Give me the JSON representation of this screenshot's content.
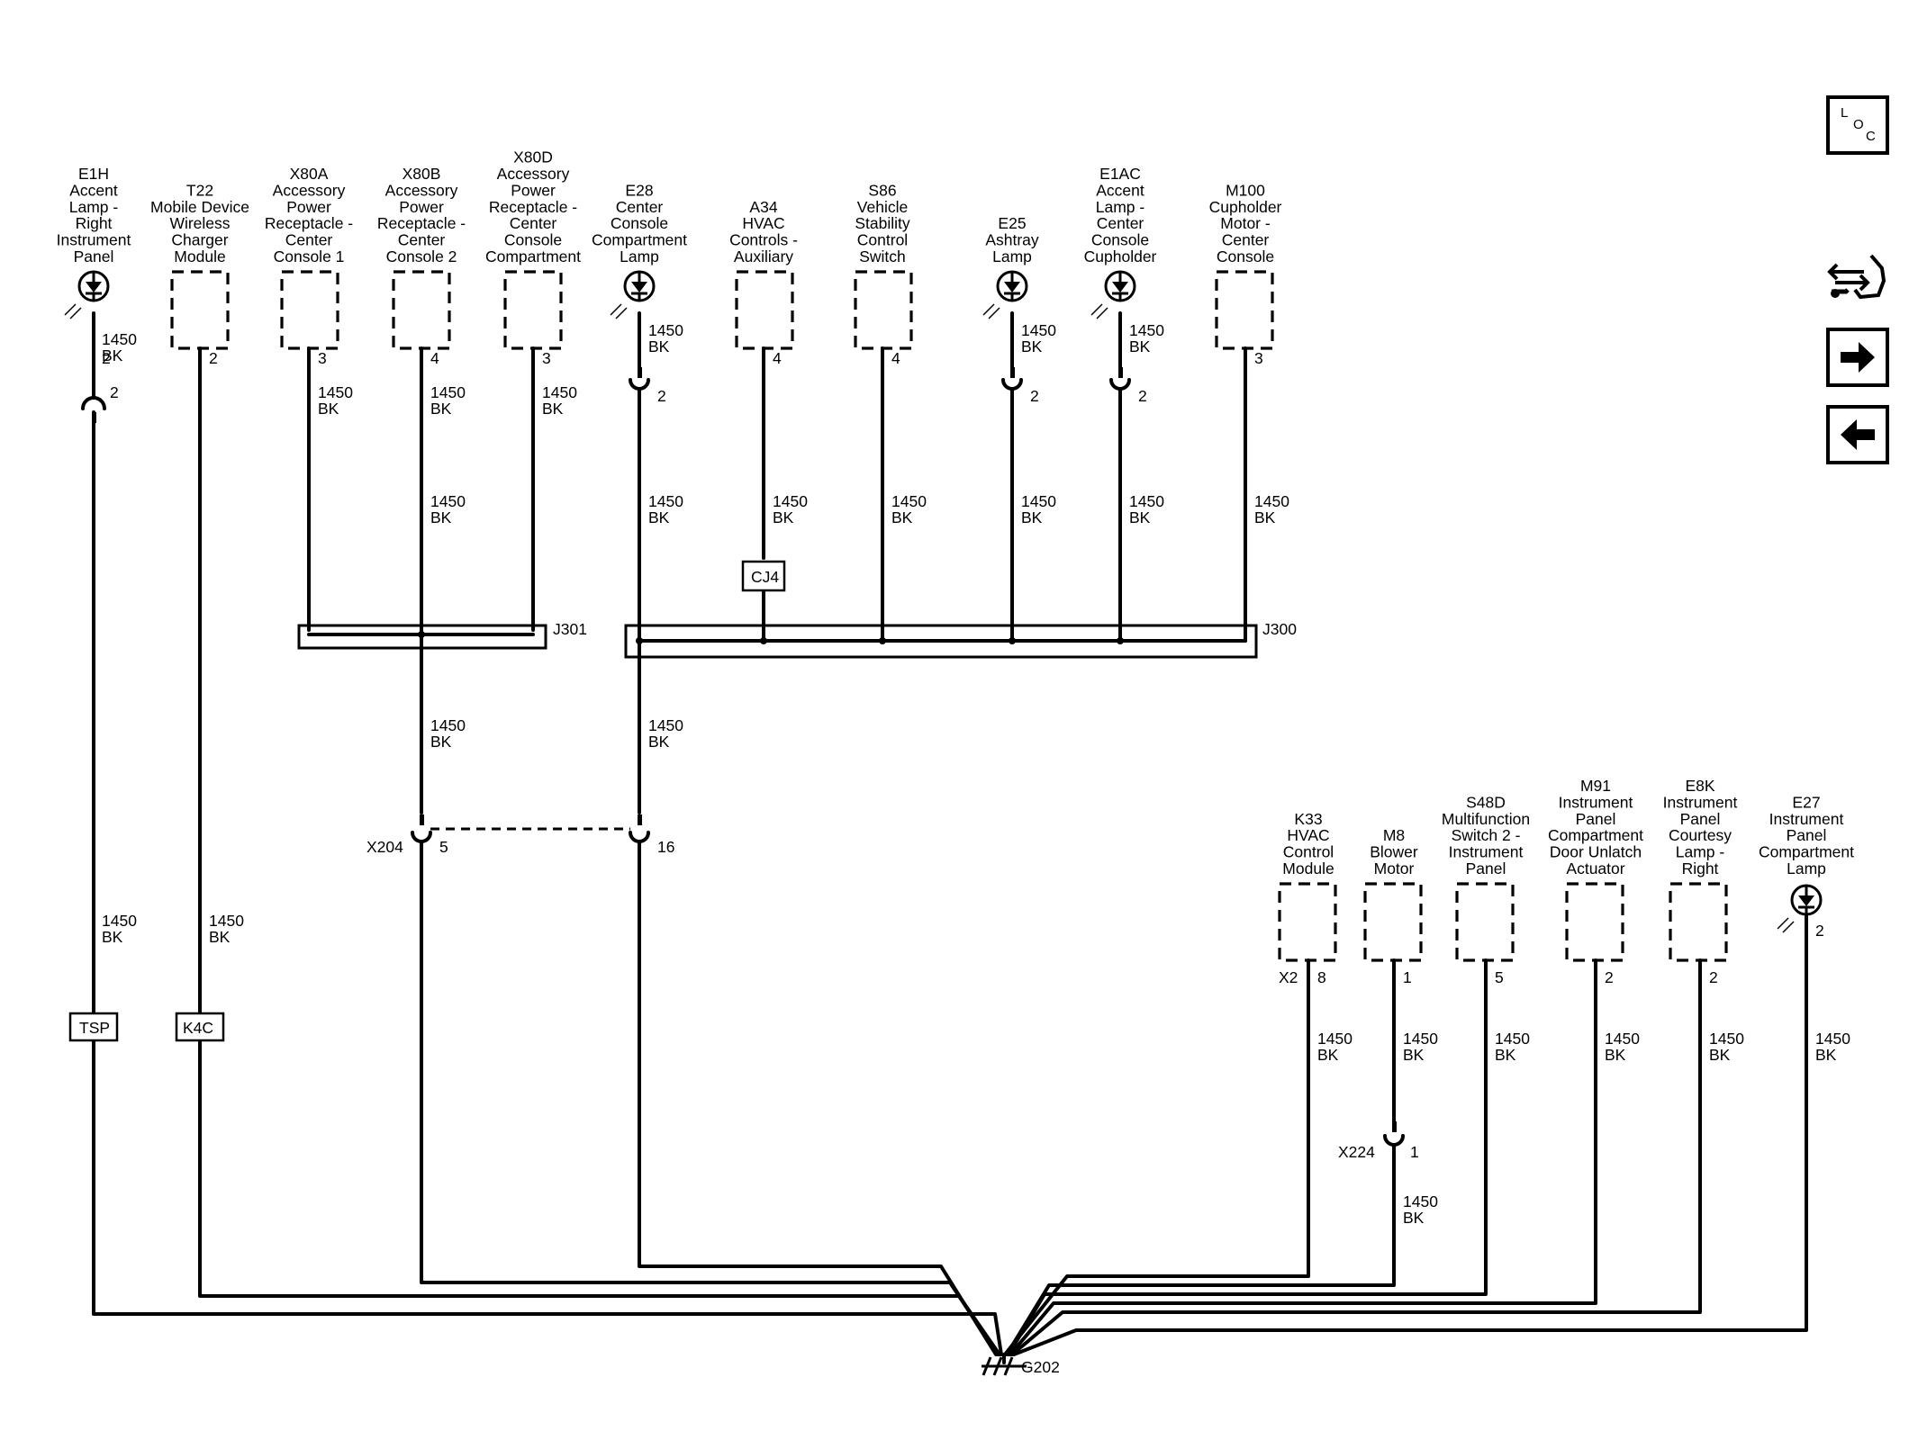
{
  "title": "",
  "components": [
    {
      "id": "e1h",
      "lines": [
        "E1H",
        "Accent",
        "Lamp -",
        "Right",
        "Instrument",
        "Panel"
      ],
      "pin": "2"
    },
    {
      "id": "t22",
      "lines": [
        "T22",
        "Mobile Device",
        "Wireless",
        "Charger",
        "Module"
      ],
      "pin": "2"
    },
    {
      "id": "x80a",
      "lines": [
        "X80A",
        "Accessory",
        "Power",
        "Receptacle -",
        "Center",
        "Console 1"
      ],
      "pin": "3"
    },
    {
      "id": "x80b",
      "lines": [
        "X80B",
        "Accessory",
        "Power",
        "Receptacle -",
        "Center",
        "Console 2"
      ],
      "pin": "4"
    },
    {
      "id": "x80d",
      "lines": [
        "X80D",
        "Accessory",
        "Power",
        "Receptacle -",
        "Center",
        "Console",
        "Compartment"
      ],
      "pin": "3"
    },
    {
      "id": "e28",
      "lines": [
        "E28",
        "Center",
        "Console",
        "Compartment",
        "Lamp"
      ],
      "pin": "2"
    },
    {
      "id": "a34",
      "lines": [
        "A34",
        "HVAC",
        "Controls -",
        "Auxiliary"
      ],
      "pin": "4"
    },
    {
      "id": "s86",
      "lines": [
        "S86",
        "Vehicle",
        "Stability",
        "Control",
        "Switch"
      ],
      "pin": "4"
    },
    {
      "id": "e25",
      "lines": [
        "E25",
        "Ashtray",
        "Lamp"
      ],
      "pin": "2"
    },
    {
      "id": "e1ac",
      "lines": [
        "E1AC",
        "Accent",
        "Lamp -",
        "Center",
        "Console",
        "Cupholder"
      ],
      "pin": "2"
    },
    {
      "id": "m100",
      "lines": [
        "M100",
        "Cupholder",
        "Motor -",
        "Center",
        "Console"
      ],
      "pin": "3"
    },
    {
      "id": "k33",
      "lines": [
        "K33",
        "HVAC",
        "Control",
        "Module"
      ],
      "conn": "X2",
      "pin": "8"
    },
    {
      "id": "m8",
      "lines": [
        "M8",
        "Blower",
        "Motor"
      ],
      "pin": "1"
    },
    {
      "id": "s48d",
      "lines": [
        "S48D",
        "Multifunction",
        "Switch 2 -",
        "Instrument",
        "Panel"
      ],
      "pin": "5"
    },
    {
      "id": "m91",
      "lines": [
        "M91",
        "Instrument",
        "Panel",
        "Compartment",
        "Door Unlatch",
        "Actuator"
      ],
      "pin": "2"
    },
    {
      "id": "e8k",
      "lines": [
        "E8K",
        "Instrument",
        "Panel",
        "Courtesy",
        "Lamp -",
        "Right"
      ],
      "pin": "2"
    },
    {
      "id": "e27",
      "lines": [
        "E27",
        "Instrument",
        "Panel",
        "Compartment",
        "Lamp"
      ],
      "pin": "2"
    }
  ],
  "wire": {
    "gauge": "1450",
    "color": "BK"
  },
  "connectors": {
    "e1h_inline_pin": "2",
    "e28_inline_pin": "2",
    "e25_inline_pin": "2",
    "e1ac_inline_pin": "2",
    "x204": "X204",
    "x204_pin_left": "5",
    "x204_pin_right": "16",
    "x224": "X224",
    "x224_pin": "1"
  },
  "splices": {
    "j301": "J301",
    "j300": "J300"
  },
  "tags": {
    "tsp": "TSP",
    "k4c": "K4C",
    "cj4": "CJ4"
  },
  "ground": "G202",
  "nav": {
    "loc_icon": "location-icon",
    "service_icon": "service-icon",
    "forward_icon": "arrow-right-icon",
    "back_icon": "arrow-left-icon",
    "loc_letters": [
      "L",
      "O",
      "C"
    ]
  }
}
